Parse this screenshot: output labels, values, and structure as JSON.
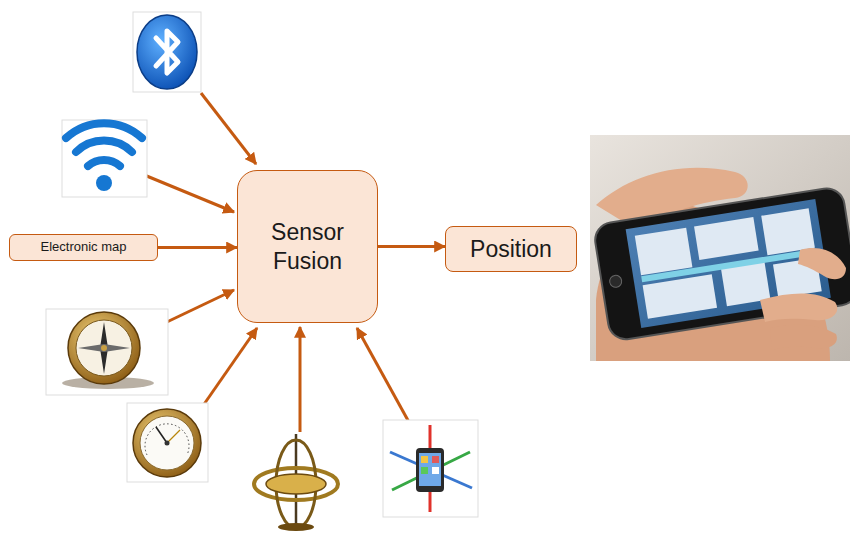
{
  "diagram": {
    "nodes": [
      {
        "text": [
          "Electronic map"
        ]
      },
      {
        "text": [
          "Sensor Fusion"
        ]
      },
      {
        "text": [
          "Position"
        ]
      }
    ],
    "edges": [
      {
        "from": 0,
        "to": 1,
        "arrow": "to"
      },
      {
        "from": 1,
        "to": 2,
        "arrow": "to"
      }
    ]
  }
}
